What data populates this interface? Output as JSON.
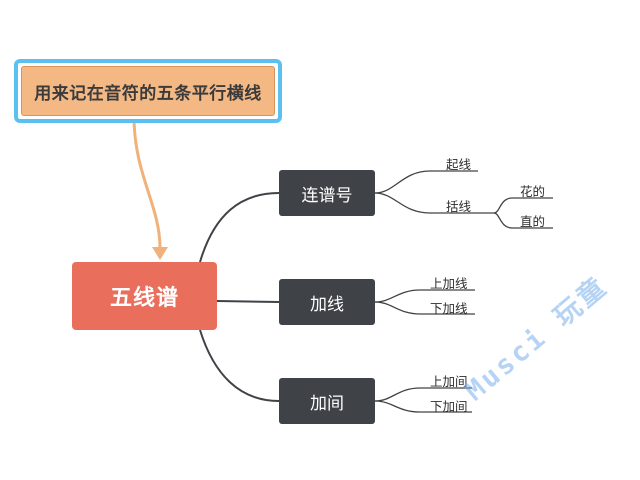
{
  "callout": {
    "text": "用来记在音符的五条平行横线"
  },
  "root": {
    "text": "五线谱"
  },
  "branches": [
    {
      "label": "连谱号",
      "children": [
        "起线",
        "括线"
      ],
      "grandchildren": [
        "花的",
        "直的"
      ]
    },
    {
      "label": "加线",
      "children": [
        "上加线",
        "下加线"
      ]
    },
    {
      "label": "加间",
      "children": [
        "上加间",
        "下加间"
      ]
    }
  ],
  "watermark": "Musci 玩童",
  "colors": {
    "root_fill": "#e96f5c",
    "node_fill": "#3f4347",
    "callout_fill": "#f4b885",
    "callout_border": "#5bc0ef",
    "arrow": "#f0b27a",
    "connector": "#3f4347"
  }
}
